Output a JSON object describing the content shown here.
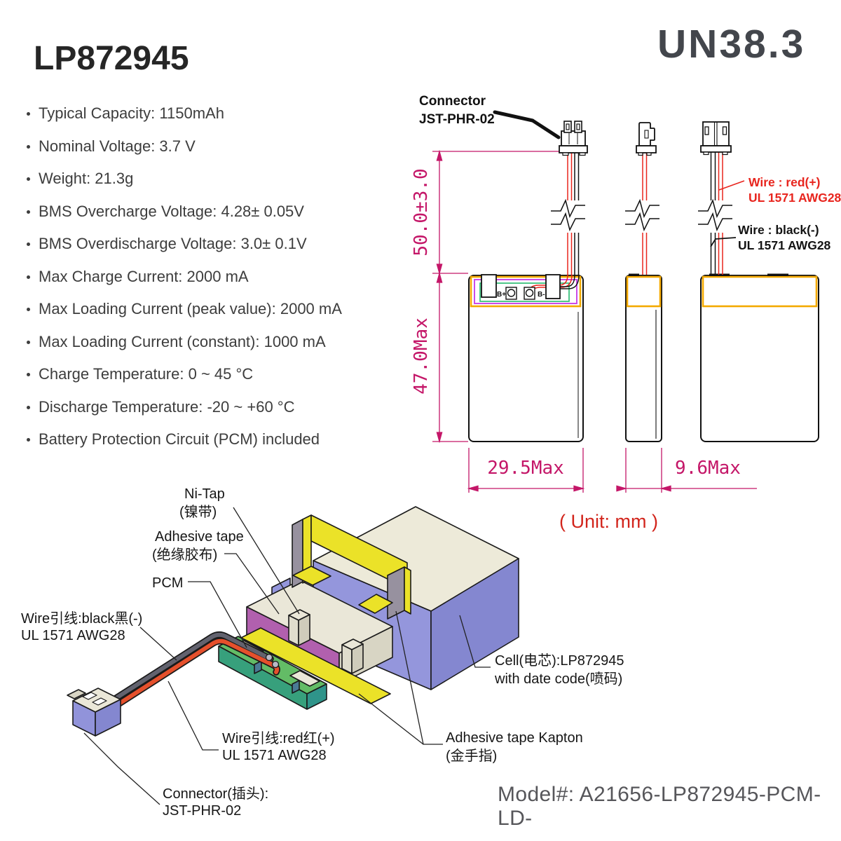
{
  "title": "LP872945",
  "certification": "UN38.3",
  "specs": [
    "Typical Capacity: 1150mAh",
    "Nominal Voltage: 3.7 V",
    "Weight: 21.3g",
    "BMS Overcharge Voltage: 4.28± 0.05V",
    "BMS Overdischarge Voltage: 3.0± 0.1V",
    "Max Charge Current: 2000 mA",
    "Max Loading Current (peak value): 2000 mA",
    "Max Loading Current (constant): 1000 mA",
    "Charge Temperature: 0 ~ 45 °C",
    "Discharge Temperature: -20 ~ +60 °C",
    "Battery Protection Circuit (PCM) included"
  ],
  "drawing": {
    "connector_label_line1": "Connector",
    "connector_label_line2": "JST-PHR-02",
    "wire_red_line1": "Wire : red(+)",
    "wire_red_line2": "UL 1571 AWG28",
    "wire_black_line1": "Wire : black(-)",
    "wire_black_line2": "UL 1571 AWG28",
    "dim_lead_length": "50.0±3.0",
    "dim_body_height": "47.0Max",
    "dim_body_width": "29.5Max",
    "dim_body_thickness": "9.6Max",
    "terminal_positive": "B+",
    "terminal_negative": "B-",
    "unit_note": "( Unit: mm )"
  },
  "exploded": {
    "ni_tap_line1": "Ni-Tap",
    "ni_tap_line2": "(镍带)",
    "adhesive_tape_line1": "Adhesive tape",
    "adhesive_tape_line2": "(绝缘胶布)",
    "pcm_label": "PCM",
    "wire_black_line1": "Wire引线:black黑(-)",
    "wire_black_line2": "UL 1571 AWG28",
    "wire_red_line1": "Wire引线:red红(+)",
    "wire_red_line2": "UL 1571 AWG28",
    "connector_line1": "Connector(插头):",
    "connector_line2": "JST-PHR-02",
    "cell_line1": "Cell(电芯):LP872945",
    "cell_line2": "with date code(喷码)",
    "kapton_line1": "Adhesive tape Kapton",
    "kapton_line2": "(金手指)"
  },
  "footer": {
    "model_number": "Model#: A21656-LP872945-PCM-LD-"
  },
  "colors": {
    "dimension_magenta": "#c41668",
    "wire_red": "#e8251c",
    "tape_orange": "#f3a900",
    "pcm_outline_purple": "#cb4be8",
    "pcm_outline_green": "#2fbe75",
    "cell_lavender": "#9193da",
    "tape_yellow": "#ebe228",
    "board_green": "#63bc66"
  }
}
